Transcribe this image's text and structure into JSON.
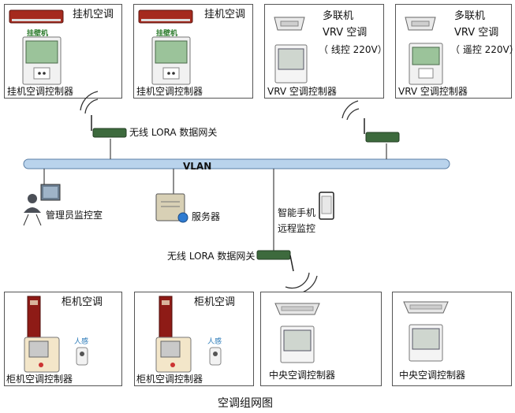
{
  "top_units": [
    {
      "title": "挂机空调",
      "badge": "挂壁机",
      "controller": "挂机空调控制器"
    },
    {
      "title": "挂机空调",
      "badge": "挂壁机",
      "controller": "挂机空调控制器"
    },
    {
      "title_lines": [
        "多联机",
        "VRV 空调",
        "（ 线控 220V）"
      ],
      "controller": "VRV 空调控制器"
    },
    {
      "title_lines": [
        "多联机",
        "VRV 空调",
        "（ 遥控 220V）"
      ],
      "controller": "VRV 空调控制器"
    }
  ],
  "network": {
    "vlan_label": "VLAN",
    "gateway_top_label": "无线 LORA 数据网关",
    "gateway_bottom_label": "无线 LORA 数据网关",
    "admin_label": "管理员监控室",
    "server_label": "服务器",
    "phone_label_lines": [
      "智能手机",
      "远程监控"
    ]
  },
  "bottom_units": [
    {
      "title": "柜机空调",
      "sensor": "人感",
      "controller": "柜机空调控制器"
    },
    {
      "title": "柜机空调",
      "sensor": "人感",
      "controller": "柜机空调控制器"
    },
    {
      "controller": "中央空调控制器"
    },
    {
      "controller": "中央空调控制器"
    }
  ],
  "caption": "空调组网图",
  "colors": {
    "vlan_bar": "#b9d3ec",
    "ac_red": "#a52a1e",
    "panel_green": "#9bc39a",
    "cabinet_red": "#8e1b16",
    "gateway_green": "#3d6a3d"
  }
}
